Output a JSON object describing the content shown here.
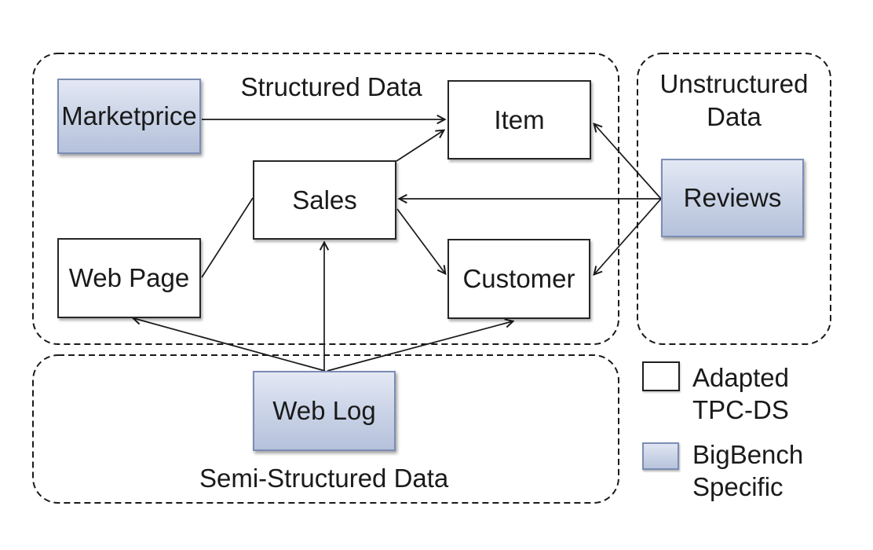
{
  "diagram": {
    "containers": {
      "structured": {
        "label": "Structured Data"
      },
      "unstructured": {
        "label_line1": "Unstructured",
        "label_line2": "Data"
      },
      "semi_structured": {
        "label": "Semi-Structured Data"
      }
    },
    "nodes": {
      "marketprice": {
        "label": "Marketprice",
        "category": "bigbench-specific"
      },
      "item": {
        "label": "Item",
        "category": "adapted-tpcds"
      },
      "sales": {
        "label": "Sales",
        "category": "adapted-tpcds"
      },
      "web_page": {
        "label": "Web Page",
        "category": "adapted-tpcds"
      },
      "customer": {
        "label": "Customer",
        "category": "adapted-tpcds"
      },
      "reviews": {
        "label": "Reviews",
        "category": "bigbench-specific"
      },
      "web_log": {
        "label": "Web Log",
        "category": "bigbench-specific"
      }
    },
    "edges": [
      {
        "from": "Marketprice",
        "to": "Item",
        "type": "arrow"
      },
      {
        "from": "Sales",
        "to": "Item",
        "type": "arrow"
      },
      {
        "from": "Reviews",
        "to": "Item",
        "type": "arrow"
      },
      {
        "from": "Reviews",
        "to": "Sales",
        "type": "arrow"
      },
      {
        "from": "Reviews",
        "to": "Customer",
        "type": "arrow"
      },
      {
        "from": "Sales",
        "to": "Customer",
        "type": "arrow"
      },
      {
        "from": "Web Log",
        "to": "Sales",
        "type": "arrow"
      },
      {
        "from": "Web Log",
        "to": "Web Page",
        "type": "arrow"
      },
      {
        "from": "Web Log",
        "to": "Customer",
        "type": "arrow"
      },
      {
        "from": "Web Page",
        "to": "Sales",
        "type": "line"
      }
    ],
    "legend": {
      "items": [
        {
          "swatch": "adapted-tpcds",
          "label_line1": "Adapted",
          "label_line2": "TPC-DS"
        },
        {
          "swatch": "bigbench-specific",
          "label_line1": "BigBench",
          "label_line2": "Specific"
        }
      ]
    },
    "colors": {
      "bigbench_fill_top": "#e3e8f4",
      "bigbench_fill_bottom": "#b5c1db",
      "bigbench_border": "#7b8db5",
      "tpcds_fill": "#ffffff",
      "tpcds_border": "#262626",
      "line": "#1a1a1a"
    }
  }
}
